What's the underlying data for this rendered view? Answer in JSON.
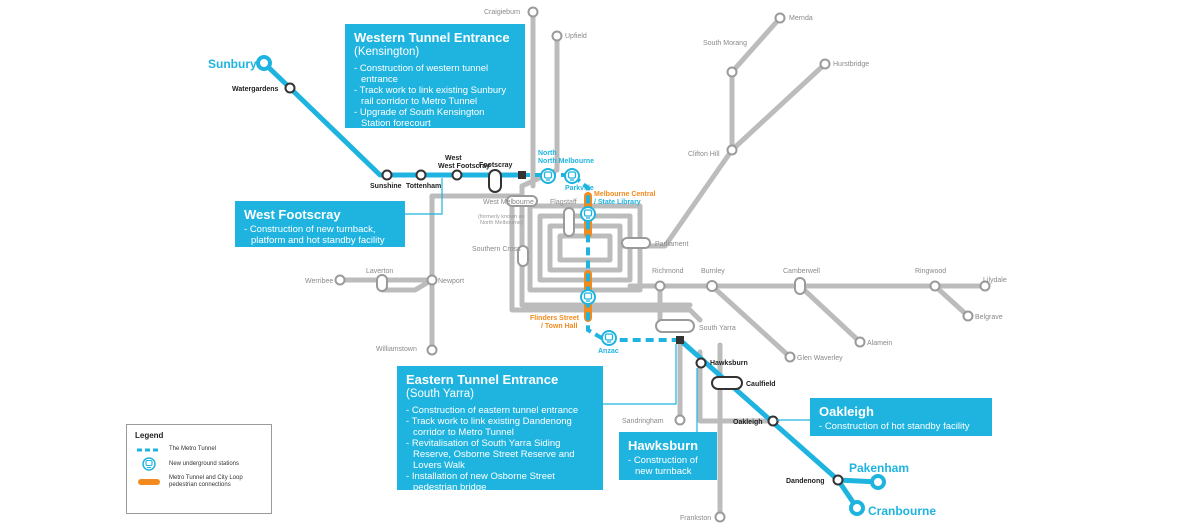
{
  "colors": {
    "metro_tunnel": "#1fb4e0",
    "network": "#bcbcbc",
    "pedestrian_connection": "#f28a1e",
    "callout_fill": "#1fb4e0"
  },
  "stations": {
    "craigieburn": "Craigieburn",
    "upfield": "Upfield",
    "hurstbridge": "Hurstbridge",
    "mernda": "Mernda",
    "south_morang": "South Morang",
    "clifton_hill": "Clifton Hill",
    "sunbury": "Sunbury",
    "watergardens": "Watergardens",
    "sunshine": "Sunshine",
    "tottenham": "Tottenham",
    "west_footscray": "West Footscray",
    "footscray": "Footscray",
    "north_melbourne": "North Melbourne",
    "parkville": "Parkville",
    "melbourne_central": "Melbourne Central",
    "state_library": "/ State Library",
    "flagstaff": "Flagstaff",
    "west_melbourne": "West Melbourne",
    "west_melbourne_note1": "(formerly known as",
    "west_melbourne_note2": "North Melbourne)",
    "parliament": "Parliament",
    "southern_cross": "Southern Cross",
    "richmond": "Richmond",
    "burnley": "Burnley",
    "camberwell": "Camberwell",
    "ringwood": "Ringwood",
    "lilydale": "Lilydale",
    "belgrave": "Belgrave",
    "alamein": "Alamein",
    "glen_waverley": "Glen Waverley",
    "laverton": "Laverton",
    "werribee": "Werribee",
    "newport": "Newport",
    "williamstown": "Williamstown",
    "flinders_street": "Flinders Street",
    "town_hall": "/ Town Hall",
    "anzac": "Anzac",
    "south_yarra": "South Yarra",
    "hawksburn": "Hawksburn",
    "caulfield": "Caulfield",
    "sandringham": "Sandringham",
    "oakleigh": "Oakleigh",
    "dandenong": "Dandenong",
    "pakenham": "Pakenham",
    "cranbourne": "Cranbourne",
    "frankston": "Frankston"
  },
  "callouts": {
    "western": {
      "title": "Western Tunnel Entrance",
      "subtitle": "(Kensington)",
      "items": [
        "Construction of western tunnel entrance",
        "Track work to link existing Sunbury rail corridor to Metro Tunnel",
        "Upgrade of South Kensington Station forecourt"
      ]
    },
    "west_footscray": {
      "title": "West Footscray",
      "items": [
        "Construction of new turnback, platform and hot standby facility"
      ]
    },
    "eastern": {
      "title": "Eastern Tunnel Entrance",
      "subtitle": "(South Yarra)",
      "items": [
        "Construction of eastern tunnel entrance",
        "Track work to link existing Dandenong corridor to Metro Tunnel",
        "Revitalisation of South Yarra Siding Reserve, Osborne Street Reserve and Lovers Walk",
        "Installation of new Osborne Street pedestrian bridge"
      ]
    },
    "hawksburn": {
      "title": "Hawksburn",
      "items": [
        "Construction of new turnback"
      ]
    },
    "oakleigh": {
      "title": "Oakleigh",
      "items": [
        "Construction of hot standby facility"
      ]
    }
  },
  "legend": {
    "title": "Legend",
    "items": [
      {
        "icon": "dashed-line",
        "label": "The Metro Tunnel"
      },
      {
        "icon": "train-icon",
        "label": "New underground stations"
      },
      {
        "icon": "orange-bar",
        "label": "Metro Tunnel and City Loop pedestrian connections"
      }
    ]
  }
}
